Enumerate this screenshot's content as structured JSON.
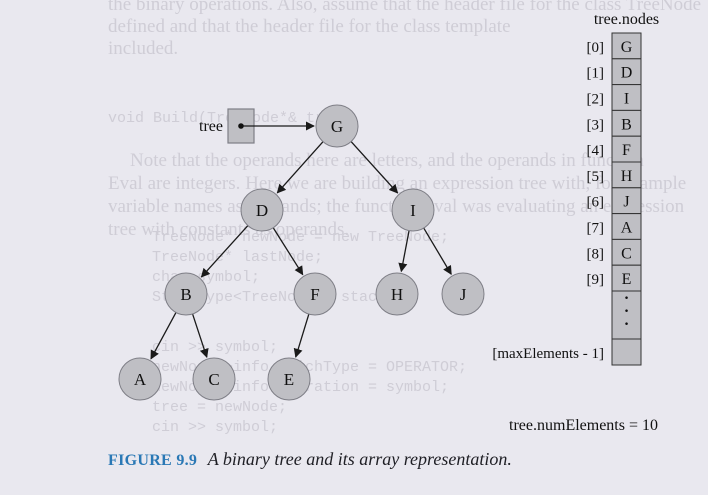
{
  "background_text": [
    "the binary operations. Also, assume that the header file for the class TreeNode",
    "defined and that the header file for the class template",
    "included.",
    "void Build(TreeNode*& tree)",
    "Note that the operands here are letters, and the operands in function",
    "Eval are integers. Here we are building an expression tree with, for example",
    "variable names as operands; the function Eval was evaluating an expression",
    "tree with constants as operands.",
    "TreeNode* newNode = new TreeNode;",
    "TreeNode* lastNode;",
    "char symbol;",
    "StackType<TreeNode*> stack;",
    "cin >> symbol;",
    "newNode->info.whichType = OPERATOR;",
    "newNode->info.operation = symbol;",
    "tree = newNode;",
    "cin >> symbol;"
  ],
  "diagram": {
    "pointer_label": "tree",
    "nodes": [
      {
        "id": "G",
        "label": "G"
      },
      {
        "id": "D",
        "label": "D"
      },
      {
        "id": "I",
        "label": "I"
      },
      {
        "id": "B",
        "label": "B"
      },
      {
        "id": "F",
        "label": "F"
      },
      {
        "id": "H",
        "label": "H"
      },
      {
        "id": "J",
        "label": "J"
      },
      {
        "id": "A",
        "label": "A"
      },
      {
        "id": "C",
        "label": "C"
      },
      {
        "id": "E",
        "label": "E"
      }
    ],
    "edges": [
      [
        "G",
        "D"
      ],
      [
        "G",
        "I"
      ],
      [
        "D",
        "B"
      ],
      [
        "D",
        "F"
      ],
      [
        "I",
        "H"
      ],
      [
        "I",
        "J"
      ],
      [
        "B",
        "A"
      ],
      [
        "B",
        "C"
      ],
      [
        "F",
        "E"
      ]
    ],
    "array_title": "tree.nodes",
    "array_cells": [
      {
        "index": "[0]",
        "value": "G"
      },
      {
        "index": "[1]",
        "value": "D"
      },
      {
        "index": "[2]",
        "value": "I"
      },
      {
        "index": "[3]",
        "value": "B"
      },
      {
        "index": "[4]",
        "value": "F"
      },
      {
        "index": "[5]",
        "value": "H"
      },
      {
        "index": "[6]",
        "value": "J"
      },
      {
        "index": "[7]",
        "value": "A"
      },
      {
        "index": "[8]",
        "value": "C"
      },
      {
        "index": "[9]",
        "value": "E"
      }
    ],
    "ellipsis": "·\n·\n·",
    "last_index_label": "[maxElements - 1]",
    "num_elements_label": "tree.numElements = 10"
  },
  "caption": {
    "figure_label": "FIGURE 9.9",
    "text": "A binary tree and its array representation."
  },
  "colors": {
    "node_fill": "#bfbfc4",
    "node_stroke": "#7e7e86",
    "edge": "#1a1a1a",
    "caption_label": "#2a78b5"
  }
}
